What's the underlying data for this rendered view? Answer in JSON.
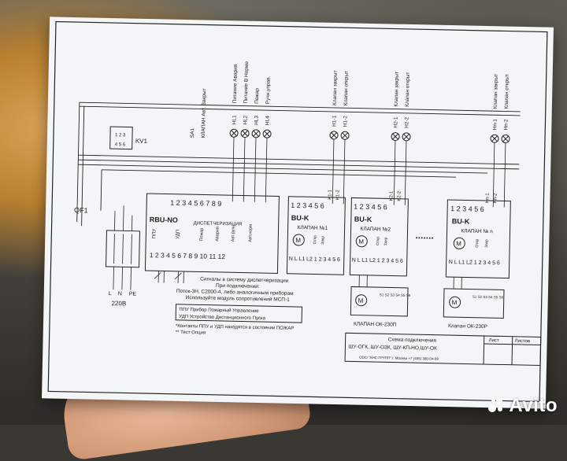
{
  "breaker": "QF1",
  "relay": "KV1",
  "switch": "SA1",
  "supply": "220В",
  "supply_terms": [
    "L",
    "N",
    "PE"
  ],
  "mode_label": "КЛАПАН Авт. Закрыт",
  "lamp_labels": [
    "HL1",
    "HL2",
    "HL3",
    "HL4"
  ],
  "lamp_texts": [
    "Питание Авария",
    "Питание В Норме",
    "Пожар",
    "Ручн.управ."
  ],
  "valve_lamps": [
    {
      "labels": [
        "H1-1",
        "H1-2"
      ],
      "texts": [
        "Клапан закрыт",
        "Клапан открыт"
      ]
    },
    {
      "labels": [
        "H2-1",
        "H2-2"
      ],
      "texts": [
        "Клапан закрыт",
        "Клапан открыт"
      ]
    },
    {
      "labels": [
        "Hn-1",
        "Hn-2"
      ],
      "texts": [
        "Клапан закрыт",
        "Клапан открыт"
      ]
    }
  ],
  "relay_labels": [
    [
      "K1-1",
      "K1-2"
    ],
    [
      "K2-1",
      "K2-2"
    ],
    [
      "Kn-1",
      "Kn-2"
    ]
  ],
  "rbu": {
    "title": "RBU-NO",
    "top_terms": "1 2 3 4 5 6 7 8 9",
    "dispatch": "ДИСПЕТЧЕРИЗАЦИЯ",
    "bottom_terms": "1 2 3 4 5 6 7 8 9 10 11 12",
    "inputs": [
      "ППУ",
      "УДП"
    ],
    "contacts": [
      "Пожар",
      "Авария",
      "Авт.ручн",
      "Авт.норм"
    ]
  },
  "bu_modules": [
    {
      "title": "BU-K",
      "sub": "КЛАПАН №1",
      "top_terms": "1 2 3 4 5 6",
      "bottom_terms": "N L L1 L2 1 2 3 4 5 6"
    },
    {
      "title": "BU-K",
      "sub": "КЛАПАН №2",
      "top_terms": "1 2 3 4 5 6",
      "bottom_terms": "N L L1 L2 1 2 3 4 5 6"
    },
    {
      "title": "BU-K",
      "sub": "КЛАПАН № n",
      "top_terms": "1 2 3 4 5 6",
      "bottom_terms": "N L L1 L2 1 2 3 4 5 6"
    }
  ],
  "bu_contacts": [
    "Откр",
    "Закр"
  ],
  "motor_symbol": "M",
  "actuators": [
    "КЛАПАН ОК-230П",
    "Клапан ОК-230Р"
  ],
  "actuator_terms": "S1 S2 S3 S4 S5 S6",
  "notes": [
    "Сигналы в систему диспетчеризации",
    "При подключении:",
    "Поток-3Н, С2000-4, либо аналогичным приборам",
    "Используйте модуль сопротивлений МСП-1"
  ],
  "legend": [
    "ППУ Прибор Пожарный Управление",
    "УДП Устройство Дистанционного Пуска"
  ],
  "footnotes": [
    "*Контакты ППУ и УДП находятся в состоянии ПОЖАР",
    "** Тест Опция"
  ],
  "title_block": {
    "caption": "Схема подключения",
    "models": "ШУ-ОГК, ШУ-ОЗК, ШУ-КП-НО,ШУ-ОК",
    "company": "ООО \"АНС-ГРУПП\" г. Москва +7 (495) 380-04-69",
    "sheet_label": "Лист",
    "sheets_label": "Листов"
  },
  "watermark": "Avito"
}
